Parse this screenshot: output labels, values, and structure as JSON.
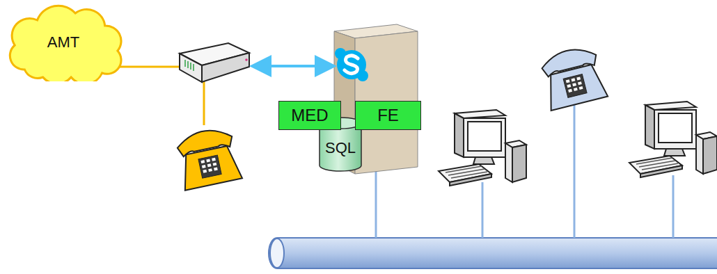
{
  "diagram": {
    "nodes": [
      {
        "text": [
          "AMT"
        ]
      },
      {
        "text": [
          "MED"
        ]
      },
      {
        "text": [
          "FE"
        ]
      },
      {
        "text": [
          "SQL"
        ]
      }
    ]
  }
}
